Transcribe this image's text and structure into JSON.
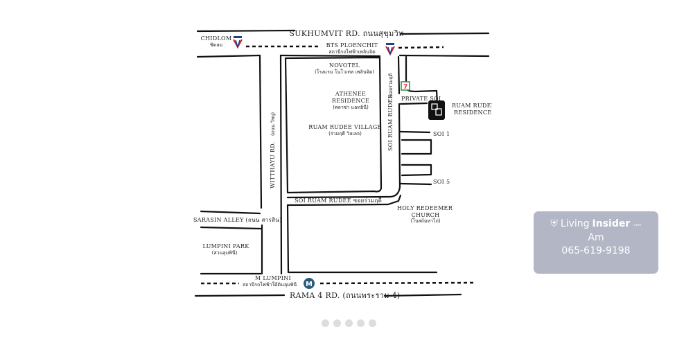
{
  "map": {
    "sukhumvit": "SUKHUMVIT RD. ถนนสุขุมวิท",
    "chidlom": "CHIDLOM",
    "chidlom_th": "ชิดลม",
    "ploenchit": "BTS PLOENCHIT",
    "ploenchit_th": "สถานีรถไฟฟ้าเพลินจิต",
    "novotel": "NOVOTEL",
    "novotel_th": "(โรงแรม โนโวเทล เพลินจิต)",
    "athenee1": "ATHENEE",
    "athenee2": "RESIDENCE",
    "athenee_th": "(พลาซ่า แอทธินี)",
    "village": "RUAM RUDEE VILLAGE",
    "village_th": "(ร่วมฤดี วิลเลจ)",
    "witthayu": "WITTHAYU RD.",
    "witthayu_th": "(ถนน วิทยุ)",
    "soi_vertical": "SOI RUAM RUDEE",
    "soi_vertical_th": "ซอยร่วมฤดี",
    "private_soi": "PRIVATE SOI",
    "residence1": "RUAM RUDEE",
    "residence2": "RESIDENCE",
    "soi1": "SOI 1",
    "soi5": "SOI 5",
    "soi_horizontal": "SOI RUAM RUDEE  ซอยร่วมฤดี",
    "church1": "HOLY REDEEMER",
    "church2": "CHURCH",
    "church_th": "(โบสถ์มหาไถ่)",
    "sarasin": "SARASIN ALLEY (ถนน สารสิน)",
    "park": "LUMPINI PARK",
    "park_th": "(สวนลุมพินี)",
    "mrt": "M LUMPINI",
    "mrt_th": "สถานีรถไฟฟ้าใต้ดินลุมพินี",
    "rama4": "RAMA 4 RD. (ถนนพระราม 4)"
  },
  "contact": {
    "brand_a": "Living",
    "brand_b": "Insider",
    "brand_c": ".com",
    "agent": "Am",
    "phone": "065-619-9198"
  },
  "carousel": {
    "count": 5
  },
  "colors": {
    "card": "#b3b6c5",
    "mrt": "#2a5b7a",
    "bts": "#1f3f8f"
  }
}
